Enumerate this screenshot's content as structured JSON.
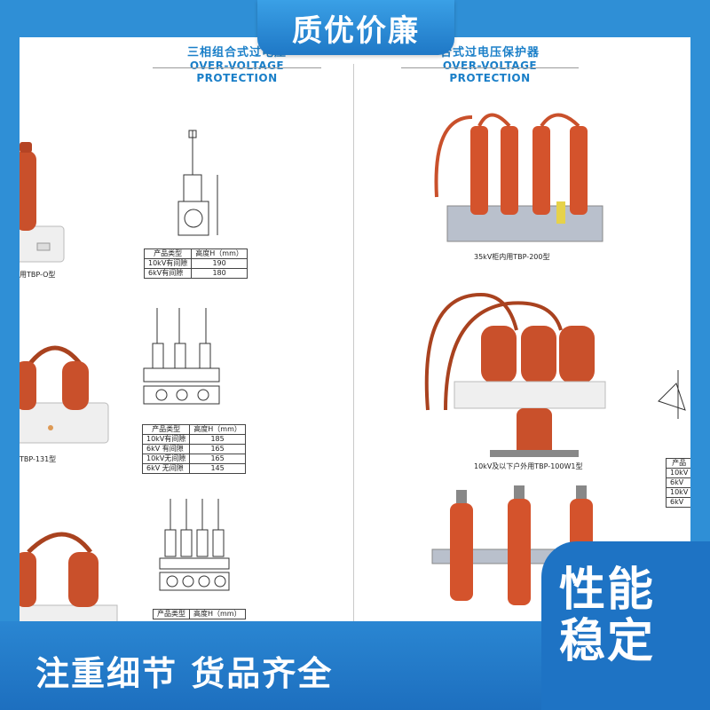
{
  "badges": {
    "top": "质优价廉",
    "bottom_left": "注重细节  货品齐全",
    "right_line1": "性能",
    "right_line2": "稳定"
  },
  "header_left": {
    "cn": "三相组合式过电压",
    "en": "OVER-VOLTAGE PROTECTION"
  },
  "header_right": {
    "cn": "合式过电压保护器",
    "en": "OVER-VOLTAGE PROTECTION"
  },
  "captions": {
    "tbp_o": "用TBP-O型",
    "tbp_131": "TBP-131型",
    "tbp_200": "35kV柜内用TBP-200型",
    "tbp_100w1": "10kV及以下户外用TBP-100W1型"
  },
  "table1": {
    "headers": [
      "产品类型",
      "高度H（mm）"
    ],
    "rows": [
      [
        "10kV有间隙",
        "190"
      ],
      [
        "6kV有间隙",
        "180"
      ]
    ]
  },
  "table2": {
    "headers": [
      "产品类型",
      "高度H（mm）"
    ],
    "rows": [
      [
        "10kV有间隙",
        "185"
      ],
      [
        "6kV 有间隙",
        "165"
      ],
      [
        "10kV无间隙",
        "165"
      ],
      [
        "6kV 无间隙",
        "145"
      ]
    ]
  },
  "table3": {
    "headers": [
      "产品类型",
      "高度H（mm）"
    ]
  },
  "table4": {
    "headers": [
      "产品"
    ],
    "rows": [
      [
        "10kV"
      ],
      [
        "6kV"
      ],
      [
        "10kV"
      ],
      [
        "6kV"
      ]
    ]
  },
  "colors": {
    "accent": "#2f8fd6",
    "insulator": "#c9502b",
    "header_text": "#1a7fc8"
  }
}
